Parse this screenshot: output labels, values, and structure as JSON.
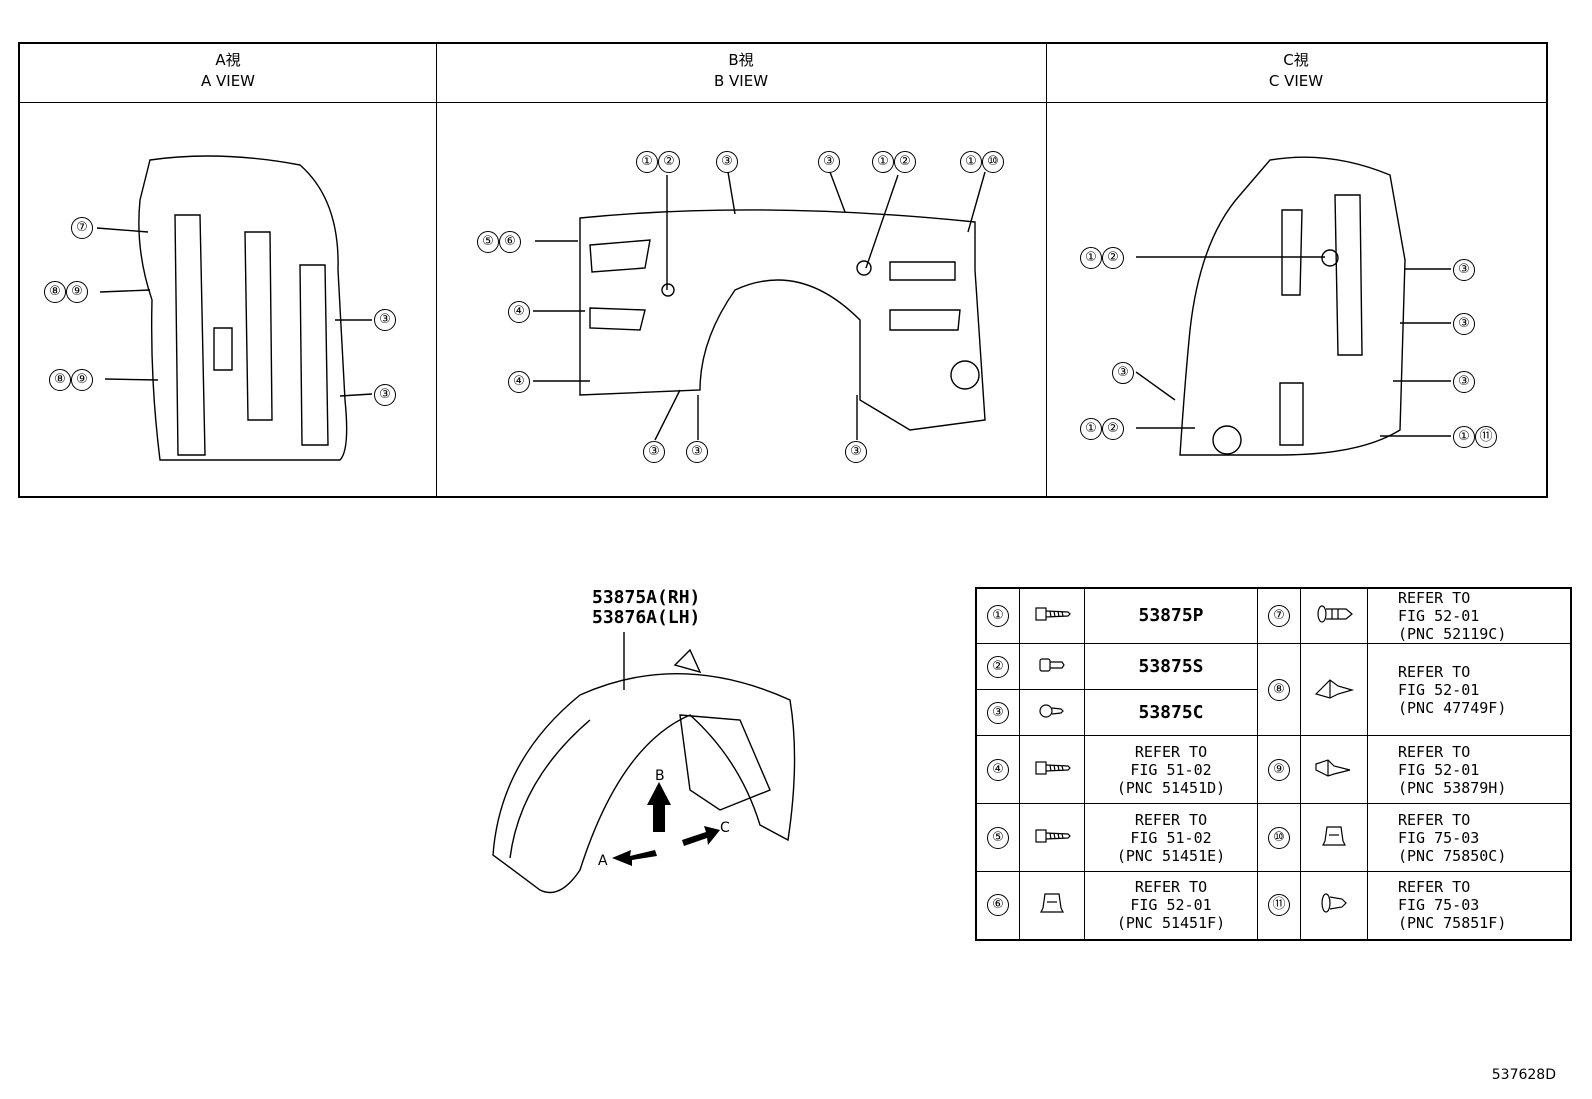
{
  "views": [
    {
      "jp": "A視",
      "en": "A VIEW"
    },
    {
      "jp": "B視",
      "en": "B VIEW"
    },
    {
      "jp": "C視",
      "en": "C VIEW"
    }
  ],
  "part_numbers": [
    "53875A(RH)",
    "53876A(LH)"
  ],
  "arrow_labels": {
    "a": "A",
    "b": "B",
    "c": "C"
  },
  "legend": {
    "left": [
      {
        "num": "①",
        "text": [
          "53875P"
        ],
        "icon": "bolt-icon"
      },
      {
        "num": "②",
        "text": [
          "53875S"
        ],
        "icon": "clip-icon"
      },
      {
        "num": "③",
        "text": [
          "53875C"
        ],
        "icon": "screw-icon"
      },
      {
        "num": "④",
        "text": [
          "REFER TO",
          "FIG 51-02",
          "(PNC 51451D)"
        ],
        "icon": "bolt-icon"
      },
      {
        "num": "⑤",
        "text": [
          "REFER TO",
          "FIG 51-02",
          "(PNC 51451E)"
        ],
        "icon": "bolt-icon"
      },
      {
        "num": "⑥",
        "text": [
          "REFER TO",
          "FIG 52-01",
          "(PNC 51451F)"
        ],
        "icon": "nut-clip-icon"
      }
    ],
    "right": [
      {
        "num": "⑦",
        "text": [
          "REFER TO",
          "FIG 52-01",
          "(PNC 52119C)"
        ],
        "icon": "push-clip-icon"
      },
      {
        "num": "⑧",
        "text": [
          "REFER TO",
          "FIG 52-01",
          "(PNC 47749F)"
        ],
        "icon": "rivet-clip-icon"
      },
      {
        "num": "⑨",
        "text": [
          "REFER TO",
          "FIG 52-01",
          "(PNC 53879H)"
        ],
        "icon": "snap-clip-icon"
      },
      {
        "num": "⑩",
        "text": [
          "REFER TO",
          "FIG 75-03",
          "(PNC 75850C)"
        ],
        "icon": "nut-clip-icon"
      },
      {
        "num": "⑪",
        "text": [
          "REFER TO",
          "FIG 75-03",
          "(PNC 75851F)"
        ],
        "icon": "grommet-icon"
      }
    ]
  },
  "callouts": {
    "a": [
      [
        "⑦"
      ],
      [
        "⑧",
        "⑨"
      ],
      [
        "⑧",
        "⑨"
      ],
      [
        "③"
      ],
      [
        "③"
      ]
    ],
    "b": [
      [
        "①",
        "②"
      ],
      [
        "③"
      ],
      [
        "③"
      ],
      [
        "①",
        "②"
      ],
      [
        "①",
        "⑩"
      ],
      [
        "⑤",
        "⑥"
      ],
      [
        "④"
      ],
      [
        "④"
      ],
      [
        "③"
      ],
      [
        "③"
      ],
      [
        "③"
      ]
    ],
    "c": [
      [
        "①",
        "②"
      ],
      [
        "③"
      ],
      [
        "③"
      ],
      [
        "③"
      ],
      [
        "③"
      ],
      [
        "①",
        "②"
      ],
      [
        "①",
        "⑪"
      ]
    ]
  },
  "figure_id": "537628D"
}
